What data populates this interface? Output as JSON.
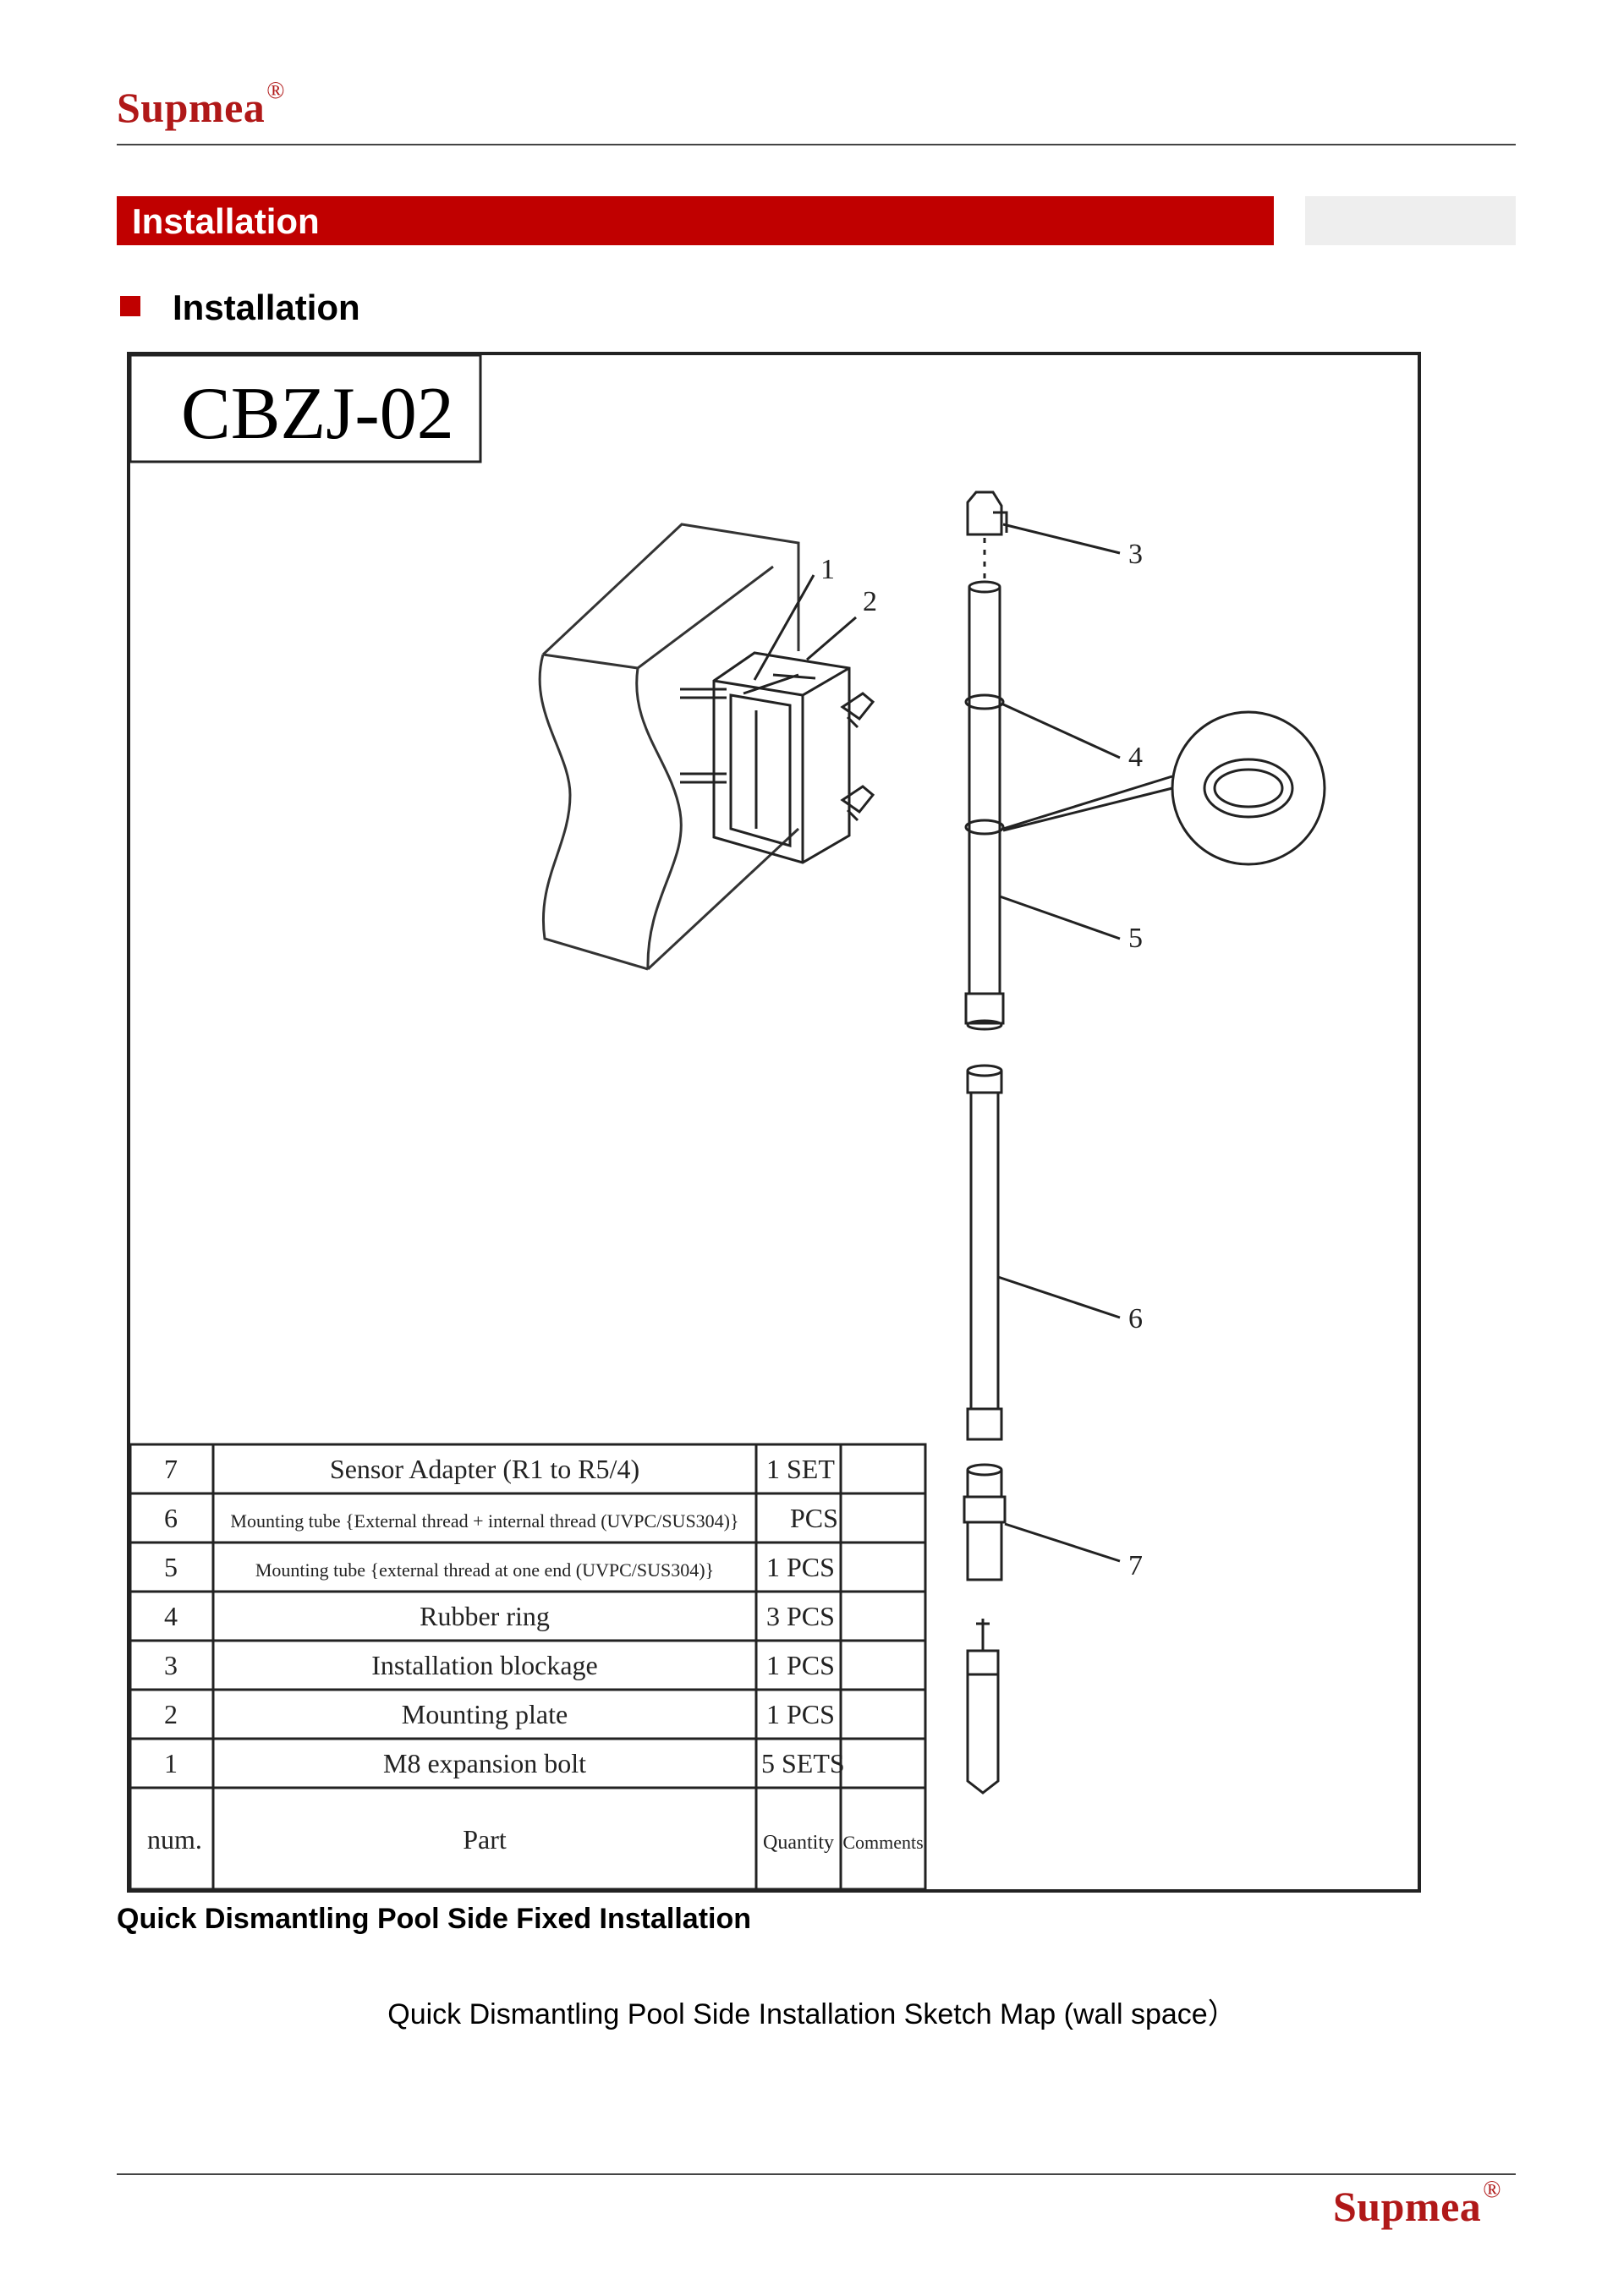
{
  "header": {
    "brand": "Supmea",
    "reg_mark": "®"
  },
  "section": {
    "title": "Installation"
  },
  "subsection": {
    "title": "Installation"
  },
  "drawing": {
    "model": "CBZJ-02",
    "callouts": [
      "1",
      "2",
      "3",
      "4",
      "5",
      "6",
      "7"
    ],
    "parts_table": {
      "rows": [
        {
          "num": "7",
          "part": "Sensor Adapter (R1 to R5/4)",
          "qty": "1 SET",
          "comments": ""
        },
        {
          "num": "6",
          "part": "Mounting tube {External thread + internal thread (UVPC/SUS304)}",
          "qty": "PCS",
          "comments": ""
        },
        {
          "num": "5",
          "part": "Mounting tube {external thread at one end (UVPC/SUS304)}",
          "qty": "1 PCS",
          "comments": ""
        },
        {
          "num": "4",
          "part": "Rubber ring",
          "qty": "3 PCS",
          "comments": ""
        },
        {
          "num": "3",
          "part": "Installation blockage",
          "qty": "1 PCS",
          "comments": ""
        },
        {
          "num": "2",
          "part": "Mounting plate",
          "qty": "1 PCS",
          "comments": ""
        },
        {
          "num": "1",
          "part": "M8 expansion bolt",
          "qty": "5 SETS",
          "comments": ""
        }
      ],
      "header": {
        "num": "num.",
        "part": "Part",
        "qty": "Quantity",
        "comments": "Comments"
      }
    }
  },
  "caption": "Quick Dismantling Pool Side Fixed Installation",
  "sketch_title": "Quick Dismantling Pool Side Installation Sketch Map (wall space）",
  "footer": {
    "brand": "Supmea",
    "reg_mark": "®"
  }
}
